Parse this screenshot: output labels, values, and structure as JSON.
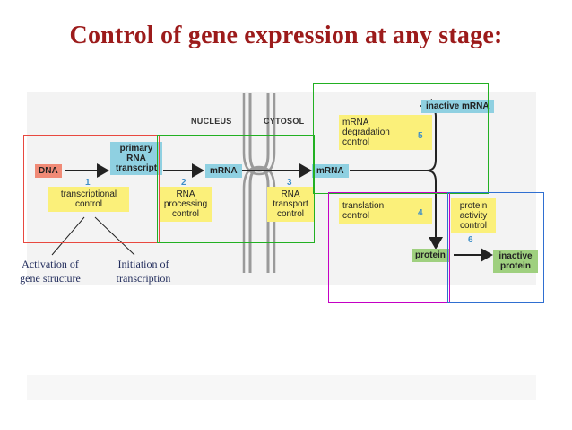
{
  "title": "Control of gene expression at any stage:",
  "regions": {
    "nucleus": "NUCLEUS",
    "cytosol": "CYTOSOL"
  },
  "molecules": {
    "dna": "DNA",
    "primary_rna_transcript": [
      "primary",
      "RNA",
      "transcript"
    ],
    "mrna_nucleus": "mRNA",
    "mrna_cytosol": "mRNA",
    "inactive_mrna": "inactive mRNA",
    "protein": "protein",
    "inactive_protein": [
      "inactive",
      "protein"
    ]
  },
  "controls": [
    {
      "number": "1",
      "lines": [
        "transcriptional",
        "control"
      ]
    },
    {
      "number": "2",
      "lines": [
        "RNA",
        "processing",
        "control"
      ]
    },
    {
      "number": "3",
      "lines": [
        "RNA",
        "transport",
        "control"
      ]
    },
    {
      "number": "4",
      "lines": [
        "translation",
        "control"
      ]
    },
    {
      "number": "5",
      "lines": [
        "mRNA",
        "degradation",
        "control"
      ]
    },
    {
      "number": "6",
      "lines": [
        "protein",
        "activity",
        "control"
      ]
    }
  ],
  "annotations": {
    "activation": [
      "Activation of",
      "gene structure"
    ],
    "initiation": [
      "Initiation of",
      "transcription"
    ]
  },
  "highlight_colors": {
    "red": "#e8483f",
    "green": "#22b022",
    "magenta": "#c400c4",
    "blue": "#2f6fd1"
  }
}
